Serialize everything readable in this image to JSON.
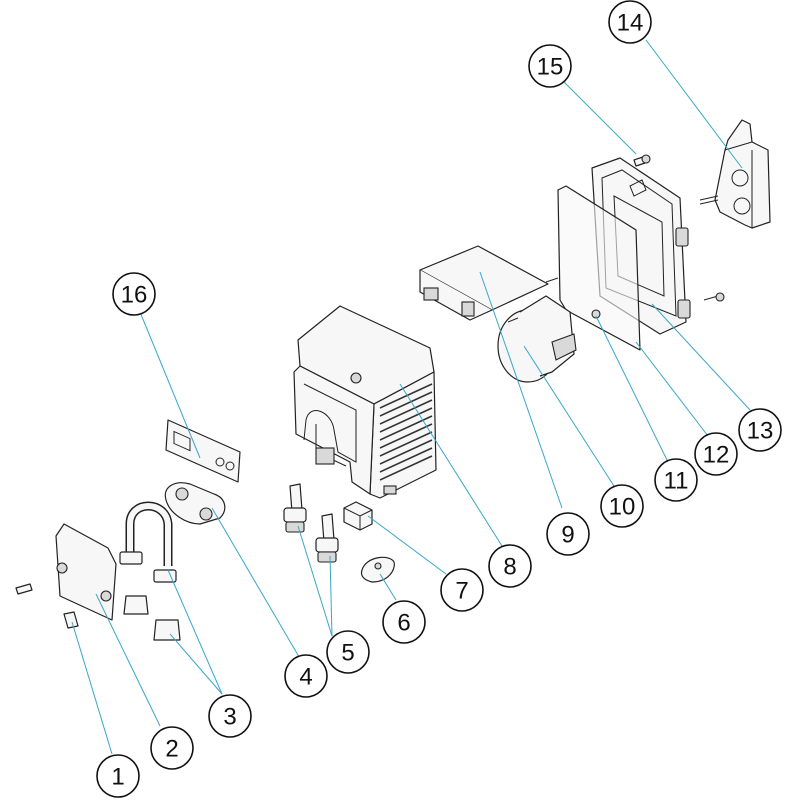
{
  "callouts": [
    {
      "id": "c1",
      "label": "1"
    },
    {
      "id": "c2",
      "label": "2"
    },
    {
      "id": "c3",
      "label": "3"
    },
    {
      "id": "c4",
      "label": "4"
    },
    {
      "id": "c5",
      "label": "5"
    },
    {
      "id": "c6",
      "label": "6"
    },
    {
      "id": "c7",
      "label": "7"
    },
    {
      "id": "c8",
      "label": "8"
    },
    {
      "id": "c9",
      "label": "9"
    },
    {
      "id": "c10",
      "label": "10"
    },
    {
      "id": "c11",
      "label": "11"
    },
    {
      "id": "c12",
      "label": "12"
    },
    {
      "id": "c13",
      "label": "13"
    },
    {
      "id": "c14",
      "label": "14"
    },
    {
      "id": "c15",
      "label": "15"
    },
    {
      "id": "c16",
      "label": "16"
    }
  ],
  "colors": {
    "leader": "#3aa6c8",
    "outline": "#222222",
    "background": "#ffffff"
  }
}
